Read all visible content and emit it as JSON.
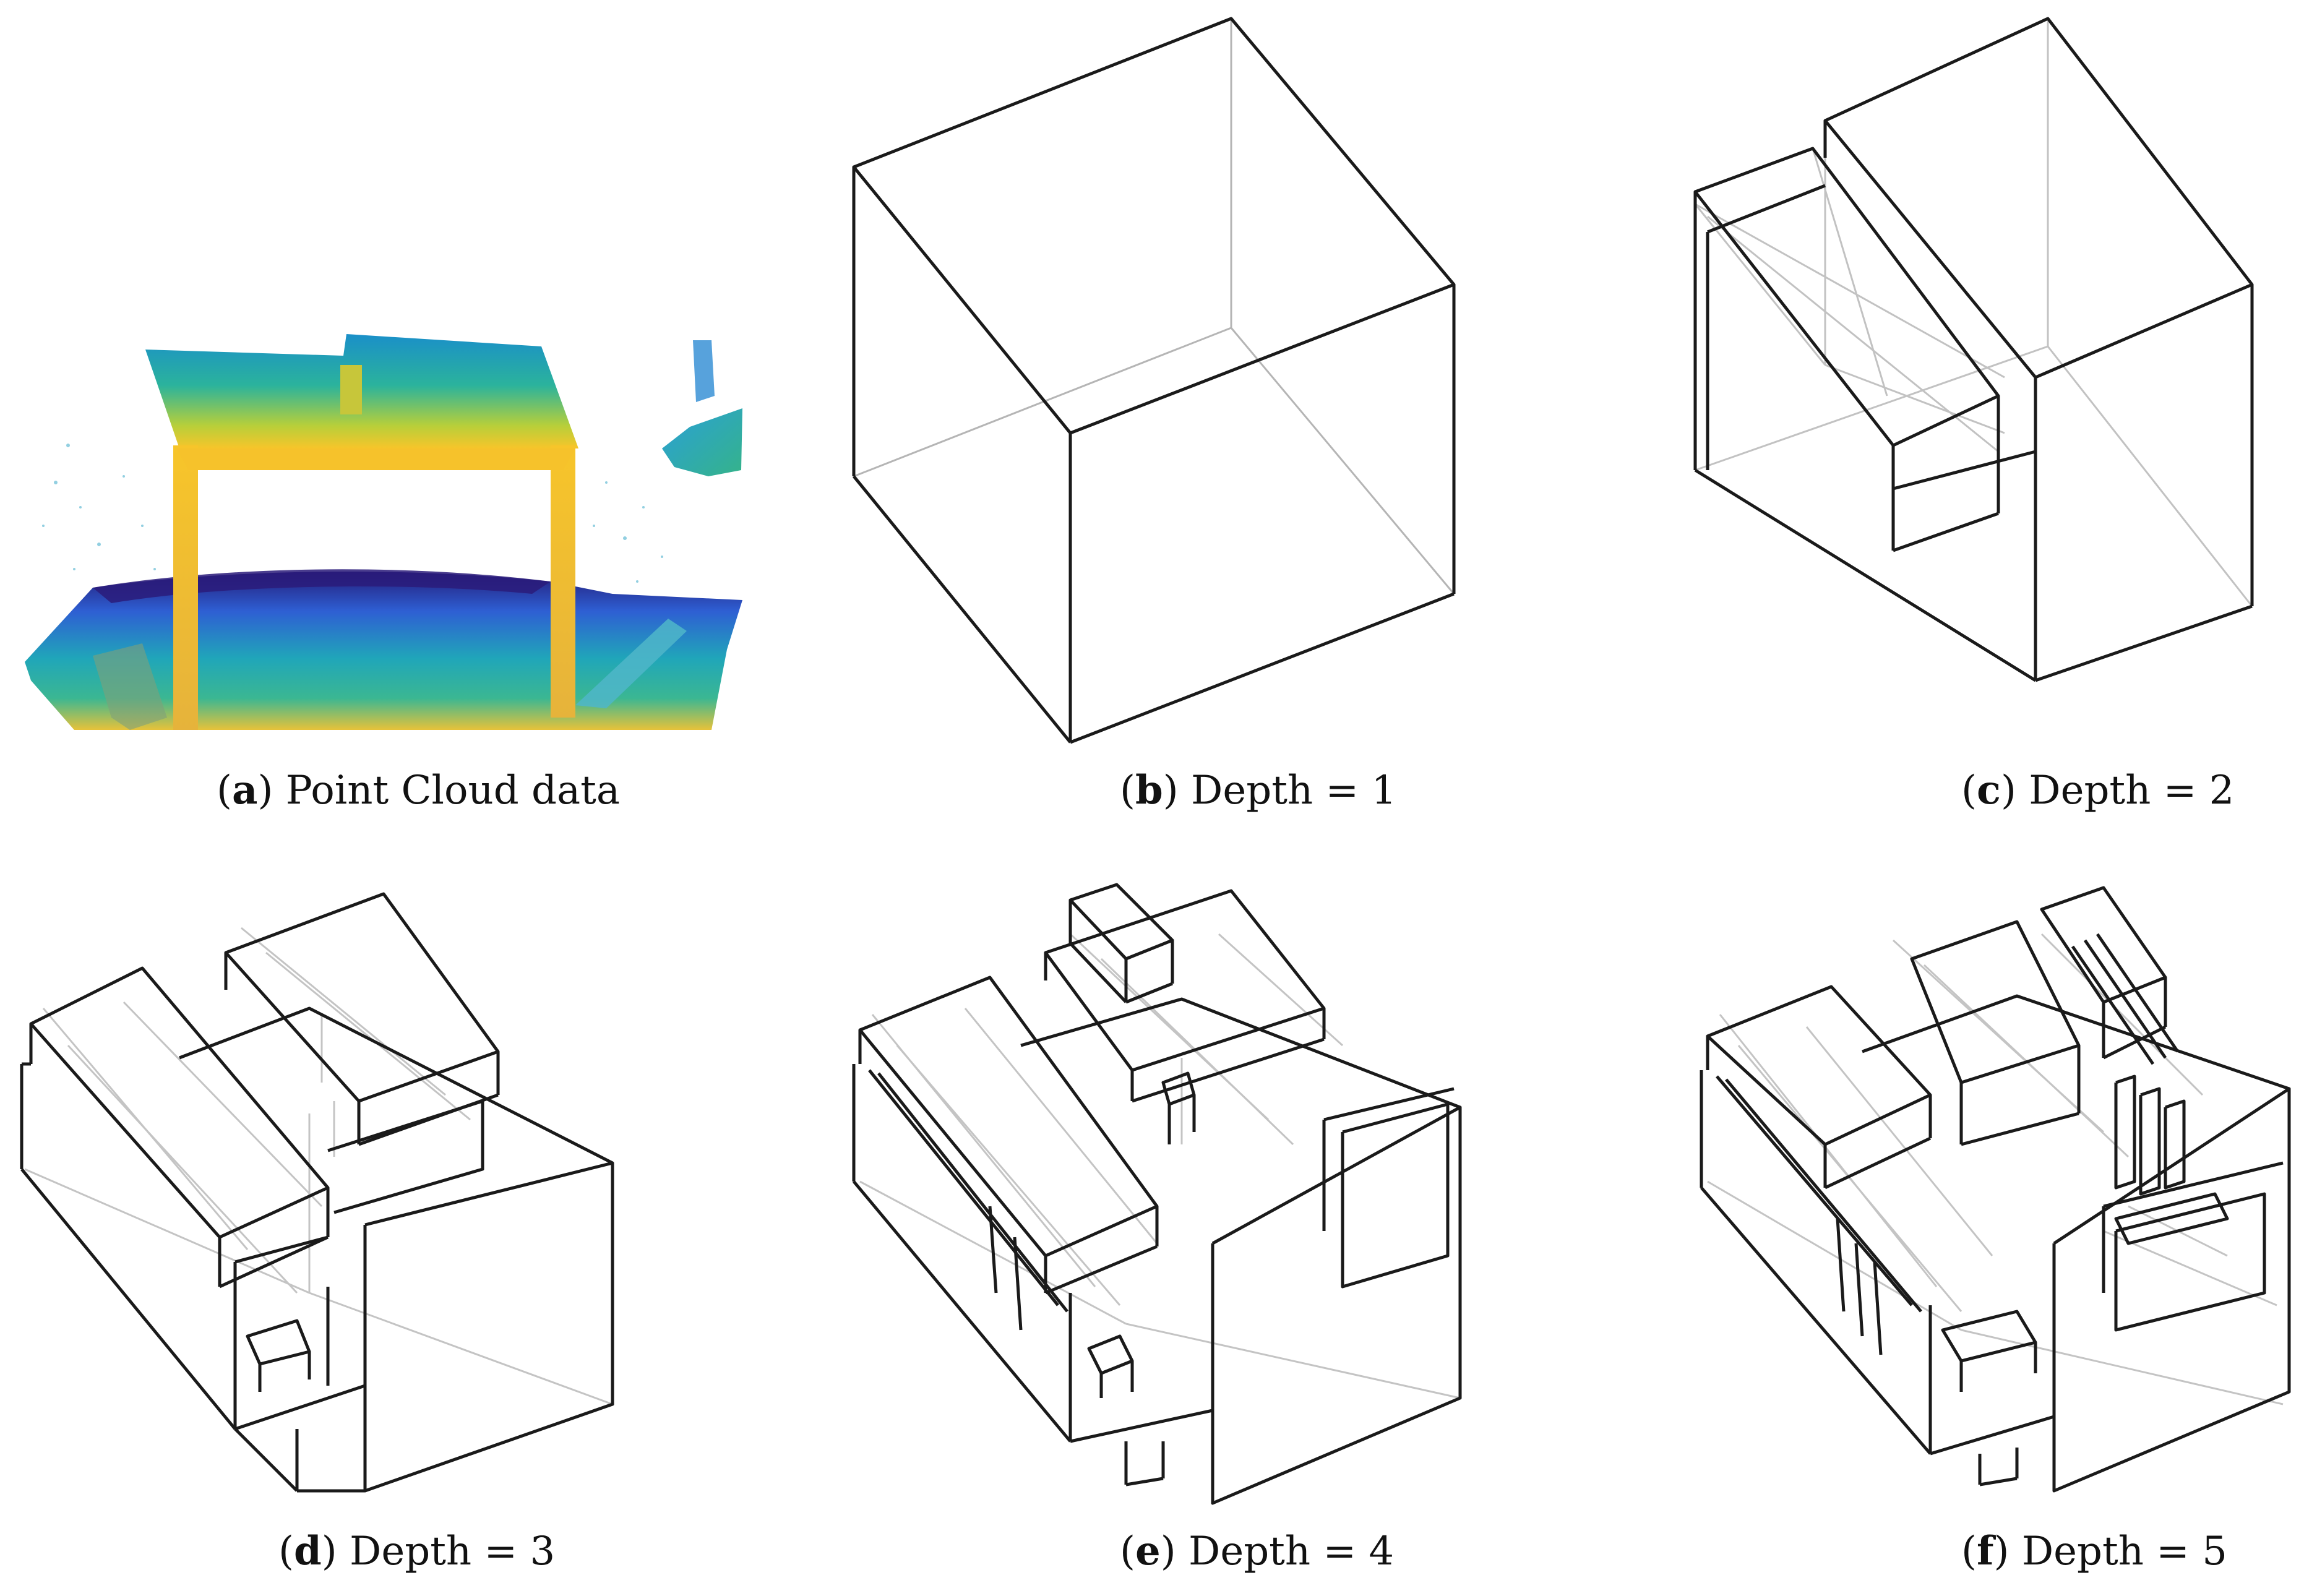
{
  "panels": [
    {
      "letter": "a",
      "text": "Point Cloud data"
    },
    {
      "letter": "b",
      "text": "Depth = 1"
    },
    {
      "letter": "c",
      "text": "Depth = 2"
    },
    {
      "letter": "d",
      "text": "Depth = 3"
    },
    {
      "letter": "e",
      "text": "Depth = 4"
    },
    {
      "letter": "f",
      "text": "Depth = 5"
    }
  ],
  "colors": {
    "edge": "#1a1a1a",
    "hidden_edge": "#b0b0b0",
    "pc_yellow": "#f6c22b",
    "pc_teal": "#1fa9a0",
    "pc_blue": "#2c5fd1",
    "pc_navy": "#2a1b7a"
  }
}
